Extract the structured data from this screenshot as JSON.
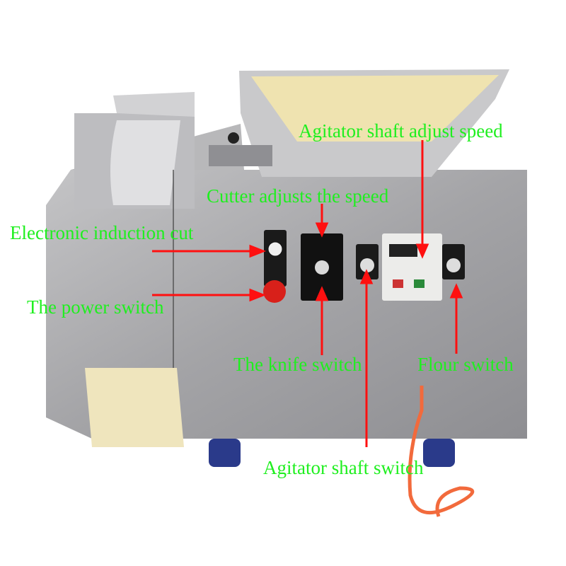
{
  "annotations": {
    "agitator_speed": "Agitator shaft adjust speed",
    "cutter_speed": "Cutter adjusts the speed",
    "induction_cut": "Electronic induction cut",
    "power_switch": "The power switch",
    "knife_switch": "The knife switch",
    "flour_switch": "Flour switch",
    "agitator_switch": "Agitator shaft switch"
  },
  "colors": {
    "label": "#1fef1f",
    "arrow": "#ff1010",
    "steel": "#a9a9ab",
    "hopper_inner": "#efe3b0",
    "cord": "#f26a3c"
  }
}
